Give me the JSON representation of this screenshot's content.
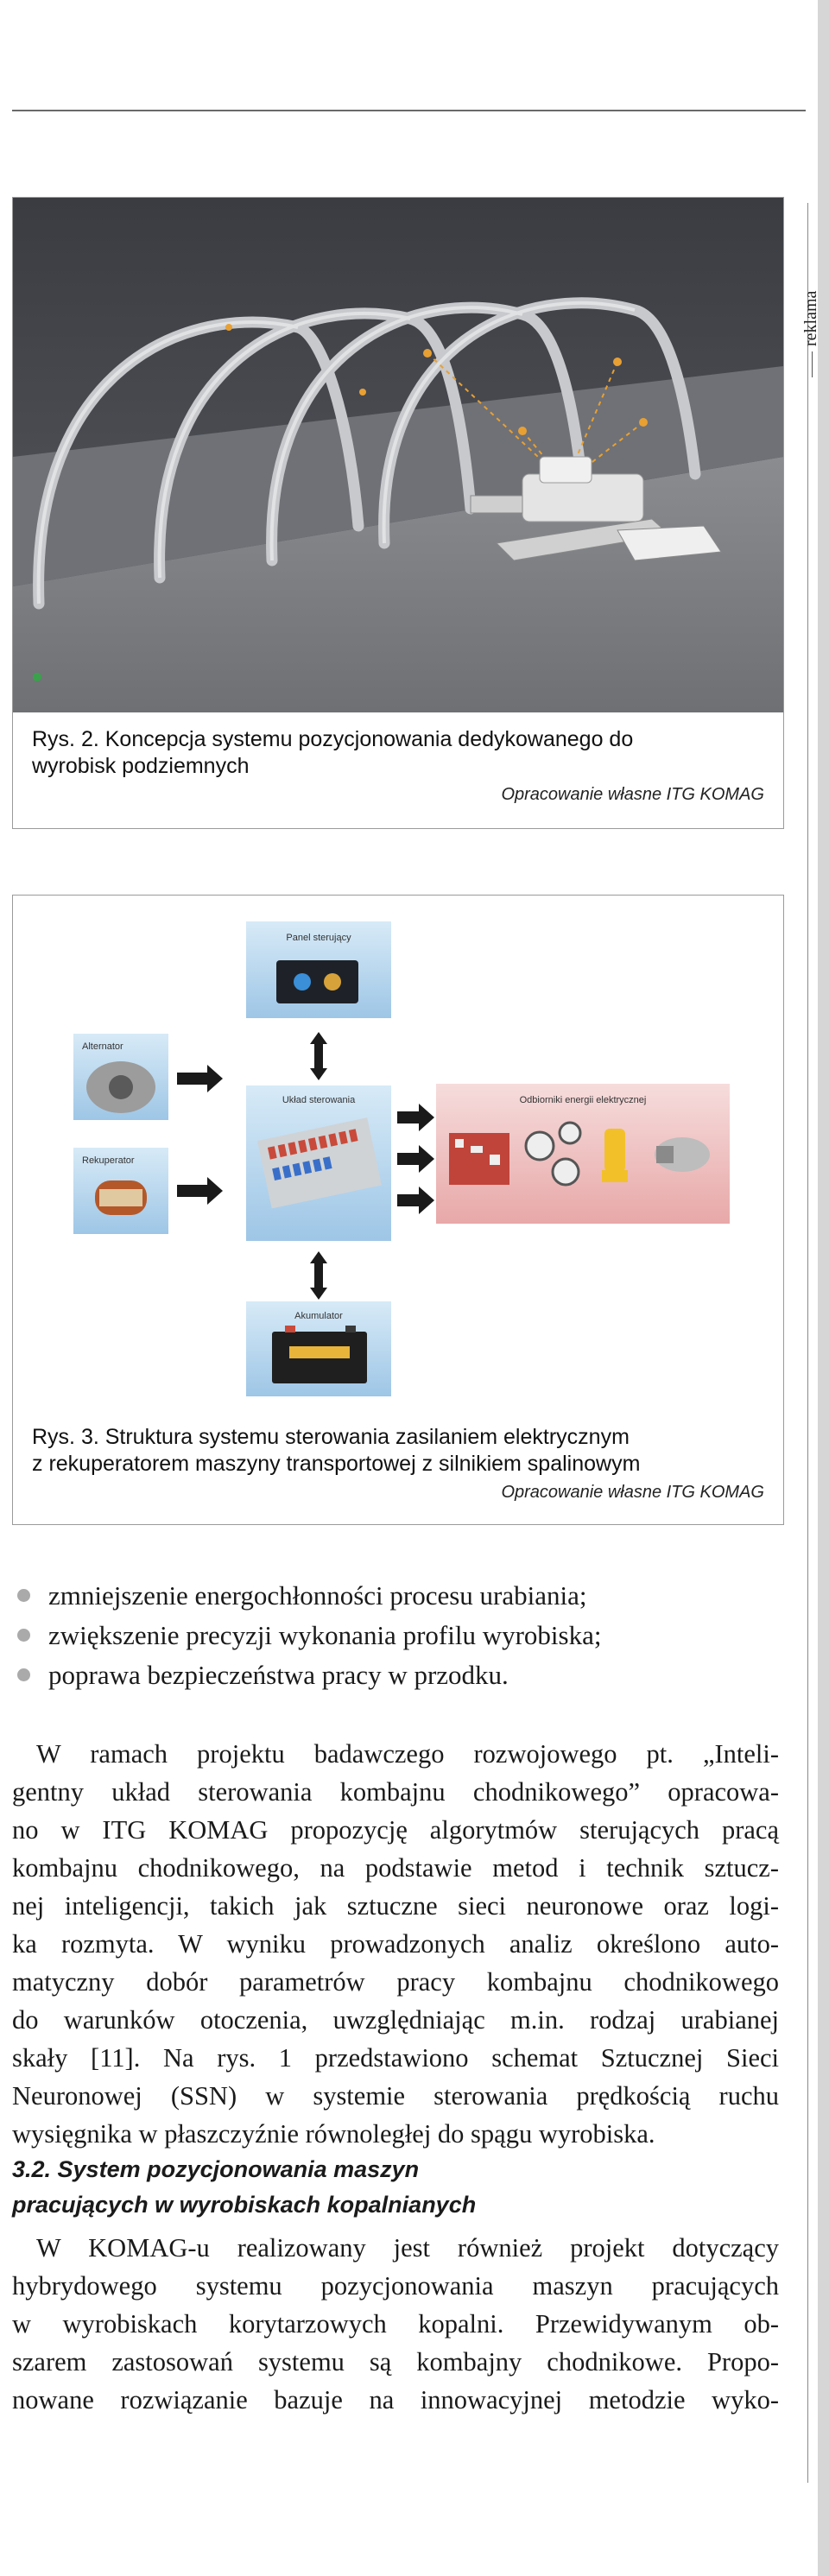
{
  "side_label": "reklama",
  "figure1": {
    "caption_lines": [
      "Rys. 2. Koncepcja systemu pozycjonowania dedykowanego do",
      "wyrobisk podziemnych"
    ],
    "credit": "Opracowanie własne ITG KOMAG"
  },
  "figure2": {
    "caption_lines": [
      "Rys. 3. Struktura systemu sterowania zasilaniem elektrycznym",
      "z rekuperatorem maszyny transportowej z silnikiem spalinowym"
    ],
    "credit": "Opracowanie własne ITG KOMAG",
    "boxes": {
      "panel": "Panel sterujący",
      "alternator": "Alternator",
      "uklad": "Układ sterowania",
      "odbiorniki": "Odbiorniki energii elektrycznej",
      "rekuperator": "Rekuperator",
      "akumulator": "Akumulator"
    }
  },
  "bullets": [
    "zmniejszenie energochłonności procesu urabiania;",
    "zwiększenie precyzji wykonania profilu wyrobiska;",
    "poprawa bezpieczeństwa pracy w przodku."
  ],
  "paragraph1_lines": [
    "W ramach projektu badawczego rozwojowego pt. „Inteli-",
    "gentny układ sterowania kombajnu chodnikowego” opracowa-",
    "no w ITG KOMAG propozycję algorytmów sterujących pracą",
    "kombajnu chodnikowego, na podstawie metod i technik sztucz-",
    "nej inteligencji, takich jak sztuczne sieci neuronowe oraz logi-",
    "ka rozmyta. W wyniku prowadzonych analiz określono auto-",
    "matyczny dobór parametrów pracy kombajnu chodnikowego",
    "do warunków otoczenia, uwzględniając m.in. rodzaj urabianej",
    "skały [11]. Na rys. 1 przedstawiono schemat Sztucznej Sieci",
    "Neuronowej (SSN) w systemie sterowania prędkością ruchu",
    "wysięgnika w płaszczyźnie równoległej do spągu wyrobiska."
  ],
  "heading_lines": [
    "3.2. System pozycjonowania maszyn",
    "pracujących w wyrobiskach kopalnianych"
  ],
  "paragraph2_lines": [
    "W KOMAG-u realizowany jest również projekt dotyczący",
    "hybrydowego systemu pozycjonowania maszyn pracujących",
    "w wyrobiskach korytarzowych kopalni. Przewidywanym ob-",
    "szarem zastosowań systemu są kombajny chodnikowe. Propo-",
    "nowane rozwiązanie bazuje na innowacyjnej metodzie wyko-"
  ]
}
